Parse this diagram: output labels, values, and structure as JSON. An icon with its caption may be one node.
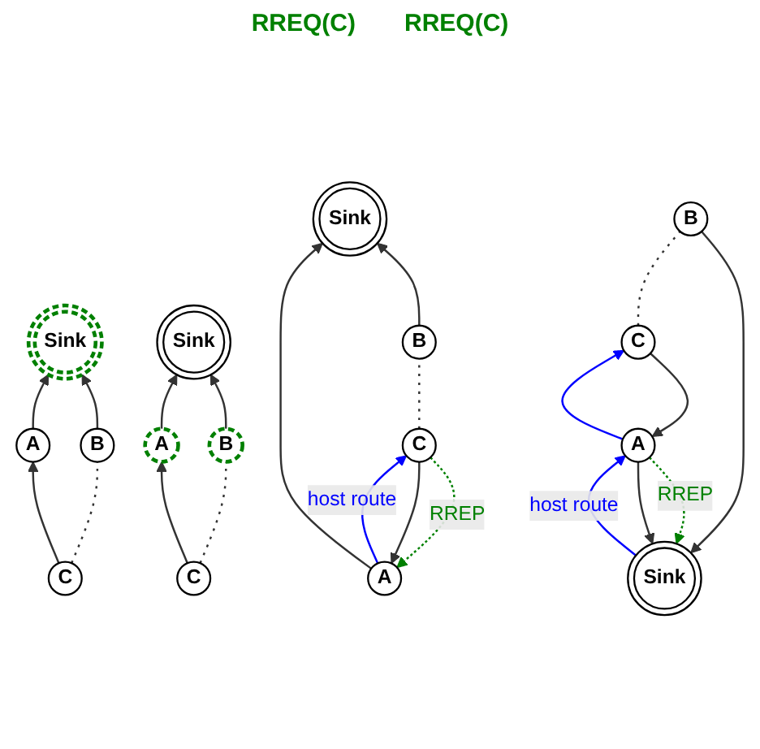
{
  "diagram": {
    "nodes": [
      {
        "text": [
          "Sink"
        ]
      },
      {
        "text": [
          "A"
        ]
      },
      {
        "text": [
          "B"
        ]
      },
      {
        "text": [
          "C"
        ]
      },
      {
        "text": [
          "Sink"
        ]
      },
      {
        "text": [
          "A"
        ]
      },
      {
        "text": [
          "B"
        ]
      },
      {
        "text": [
          "C"
        ]
      },
      {
        "text": [
          "Sink"
        ]
      },
      {
        "text": [
          "A"
        ]
      },
      {
        "text": [
          "B"
        ]
      },
      {
        "text": [
          "C"
        ]
      },
      {
        "text": [
          "Sink"
        ]
      },
      {
        "text": [
          "A"
        ]
      },
      {
        "text": [
          "B"
        ]
      },
      {
        "text": [
          "C"
        ]
      }
    ],
    "edges": [
      {
        "from": 1,
        "to": 0,
        "arrow": "to"
      },
      {
        "from": 2,
        "to": 0,
        "arrow": "to"
      },
      {
        "from": 3,
        "to": 1,
        "arrow": "to"
      },
      {
        "from": 3,
        "to": 2,
        "arrow": "none",
        "style": "dashed"
      },
      {
        "from": 5,
        "to": 4,
        "arrow": "to"
      },
      {
        "from": 6,
        "to": 4,
        "arrow": "to"
      },
      {
        "from": 7,
        "to": 5,
        "arrow": "to"
      },
      {
        "from": 7,
        "to": 6,
        "arrow": "none",
        "style": "dashed"
      },
      {
        "from": 9,
        "to": 8,
        "arrow": "to"
      },
      {
        "from": 10,
        "to": 8,
        "arrow": "to"
      },
      {
        "from": 11,
        "to": 9,
        "arrow": "to"
      },
      {
        "from": 11,
        "to": 10,
        "arrow": "none",
        "style": "dashed"
      },
      {
        "from": 9,
        "to": 11,
        "arrow": "to",
        "color": "#0000ff",
        "label": "host route"
      },
      {
        "from": 11,
        "to": 9,
        "arrow": "to",
        "style": "dashed",
        "color": "#008000",
        "label": "RREP"
      },
      {
        "from": 13,
        "to": 12,
        "arrow": "to"
      },
      {
        "from": 14,
        "to": 12,
        "arrow": "to"
      },
      {
        "from": 15,
        "to": 13,
        "arrow": "to"
      },
      {
        "from": 15,
        "to": 14,
        "arrow": "none",
        "style": "dashed"
      },
      {
        "from": 13,
        "to": 15,
        "arrow": "to",
        "color": "#0000ff"
      },
      {
        "from": 12,
        "to": 13,
        "arrow": "to",
        "color": "#0000ff",
        "label": "host route"
      },
      {
        "from": 13,
        "to": 12,
        "arrow": "to",
        "style": "dashed",
        "color": "#008000",
        "label": "RREP"
      }
    ],
    "labels": [
      "RREQ(C)",
      "RREQ(C)"
    ]
  }
}
